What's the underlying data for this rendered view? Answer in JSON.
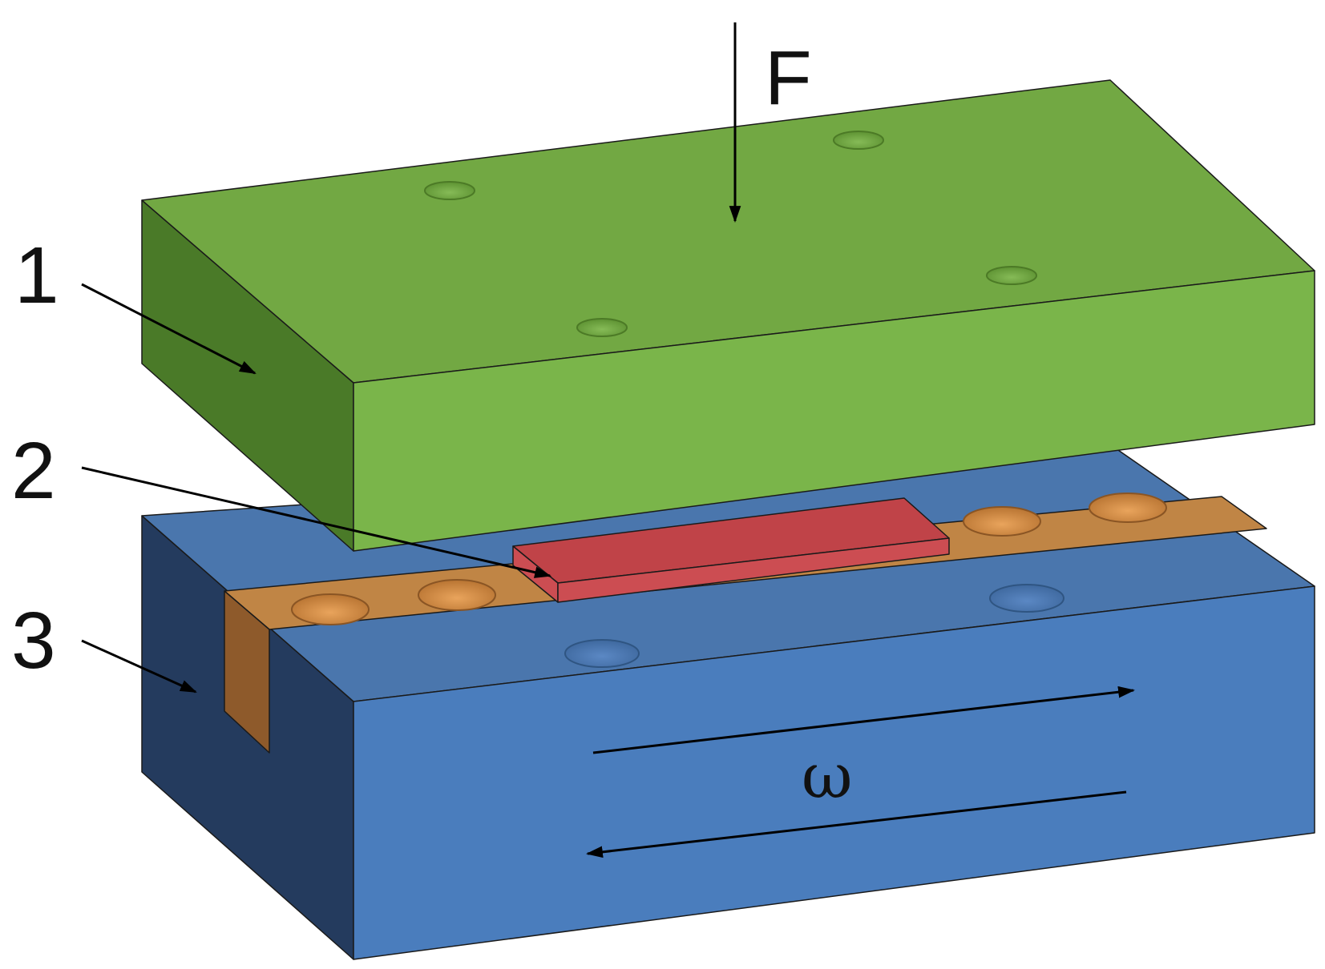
{
  "labels": {
    "part_1": "1",
    "part_2": "2",
    "part_3": "3",
    "force": "F",
    "oscillation": "ω"
  },
  "colors": {
    "upper_block_top": "#72a843",
    "upper_block_front": "#7ab54a",
    "upper_block_side": "#4a7a28",
    "lower_block_top": "#4a76ad",
    "lower_block_front": "#4a7dbd",
    "lower_block_side": "#243b5e",
    "insert_top": "#c08545",
    "insert_side": "#8e5a2b",
    "specimen_top": "#c04348",
    "specimen_front": "#cc4d52",
    "arrows": "#000000"
  }
}
